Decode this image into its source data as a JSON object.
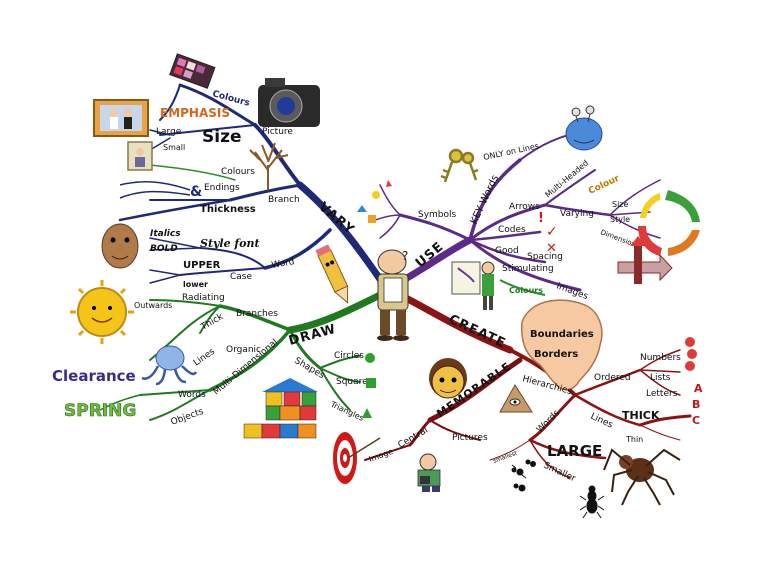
{
  "center": {
    "icon": "cartoon-artist-icon"
  },
  "branches": {
    "vary": {
      "label": "VARY",
      "color": "#1e2a78",
      "sub": {
        "picture": "Picture",
        "colours_top": "Colours",
        "emphasis": "EMPHASIS",
        "size": "Size",
        "large": "Large",
        "small": "Small",
        "branch": "Branch",
        "colours_branch": "Colours",
        "endings": "Endings",
        "thickness": "Thickness",
        "word": "Word",
        "style_font": "Style font",
        "italics": "Italics",
        "bold": "BOLD",
        "case": "Case",
        "upper": "UPPER",
        "lower": "lower"
      }
    },
    "use": {
      "label": "USE",
      "color": "#5b2a8a",
      "sub": {
        "key_words": "KEY Words",
        "only_on_lines": "ONLY on Lines",
        "symbols": "Symbols",
        "arrows": "Arrows",
        "multi_headed": "Multi-Headed",
        "varying": "Varying",
        "colour": "Colour",
        "size": "Size",
        "style": "Style",
        "dimensions": "Dimensions",
        "codes": "Codes",
        "good": "Good",
        "spacing": "Spacing",
        "stimulating": "Stimulating",
        "images": "Images",
        "colours_green": "Colours"
      }
    },
    "draw": {
      "label": "DRAW",
      "color": "#1f7a1f",
      "sub": {
        "branches": "Branches",
        "radiating": "Radiating",
        "outwards": "Outwards",
        "thick": "Thick",
        "organic": "Organic",
        "lines": "Lines",
        "shapes": "Shapes",
        "circles": "Circles",
        "squares": "Squares",
        "triangles": "Triangles",
        "multi_dimensional": "Multi-Dimensional",
        "words": "Words",
        "objects": "Objects",
        "clearance": "Clearance",
        "spring": "SPRING"
      }
    },
    "create": {
      "label": "CREATE",
      "color": "#8a1414",
      "sub": {
        "boundaries": "Boundaries",
        "borders": "Borders",
        "hierarchies": "Hierarchies",
        "ordered": "Ordered",
        "numbers": "Numbers",
        "lists": "Lists",
        "letters": "Letters",
        "letter_a": "A",
        "letter_b": "B",
        "letter_c": "C",
        "lines": "Lines",
        "thick": "THICK",
        "thin": "Thin",
        "words": "Words",
        "large": "LARGE",
        "smaller": "Smaller",
        "smallest": "smallest"
      }
    },
    "memorable": {
      "label": "MEMORABLE",
      "color": "#7a1010",
      "sub": {
        "pictures": "Pictures",
        "central": "Central",
        "image": "Image"
      }
    }
  },
  "icons": [
    "camera-icon",
    "makeup-palette-icon",
    "wedding-photo-icon",
    "small-photo-icon",
    "tree-icon",
    "face-icon",
    "pencil-character-icon",
    "sun-icon",
    "octopus-icon",
    "blocks-icon",
    "target-icon",
    "photographer-icon",
    "face-cartoon-icon",
    "pyramid-eye-icon",
    "spider-icon",
    "ant-icon",
    "alien-icon",
    "keys-icon",
    "cycle-arrows-icon",
    "arrow-sign-icon",
    "painter-icon"
  ]
}
